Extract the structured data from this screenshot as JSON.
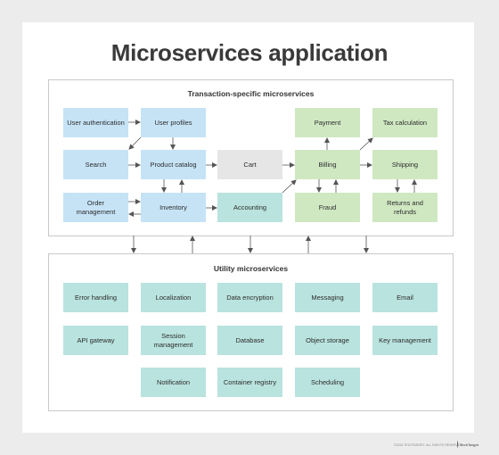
{
  "title": "Microservices application",
  "transaction": {
    "heading": "Transaction-specific microservices",
    "boxes": {
      "user_auth": "User authentication",
      "user_profiles": "User profiles",
      "search": "Search",
      "product_catalog": "Product catalog",
      "cart": "Cart",
      "order_mgmt": "Order management",
      "inventory": "Inventory",
      "accounting": "Accounting",
      "payment": "Payment",
      "tax_calc": "Tax calculation",
      "billing": "Billing",
      "shipping": "Shipping",
      "fraud": "Fraud",
      "returns": "Returns and refunds"
    }
  },
  "utility": {
    "heading": "Utility microservices",
    "boxes": {
      "error_handling": "Error handling",
      "localization": "Localization",
      "data_encryption": "Data encryption",
      "messaging": "Messaging",
      "email": "Email",
      "api_gateway": "API gateway",
      "session_mgmt": "Session management",
      "database": "Database",
      "object_storage": "Object storage",
      "key_mgmt": "Key management",
      "notification": "Notification",
      "container_registry": "Container registry",
      "scheduling": "Scheduling"
    }
  },
  "footer": "©2024 TECHTARGET. ALL RIGHTS RESERVED",
  "logo_text": "TechTarget",
  "colors": {
    "blue": "#c6e3f6",
    "gray": "#e6e6e6",
    "teal": "#b9e3de",
    "green": "#cfe8c2",
    "arrow": "#555555"
  }
}
